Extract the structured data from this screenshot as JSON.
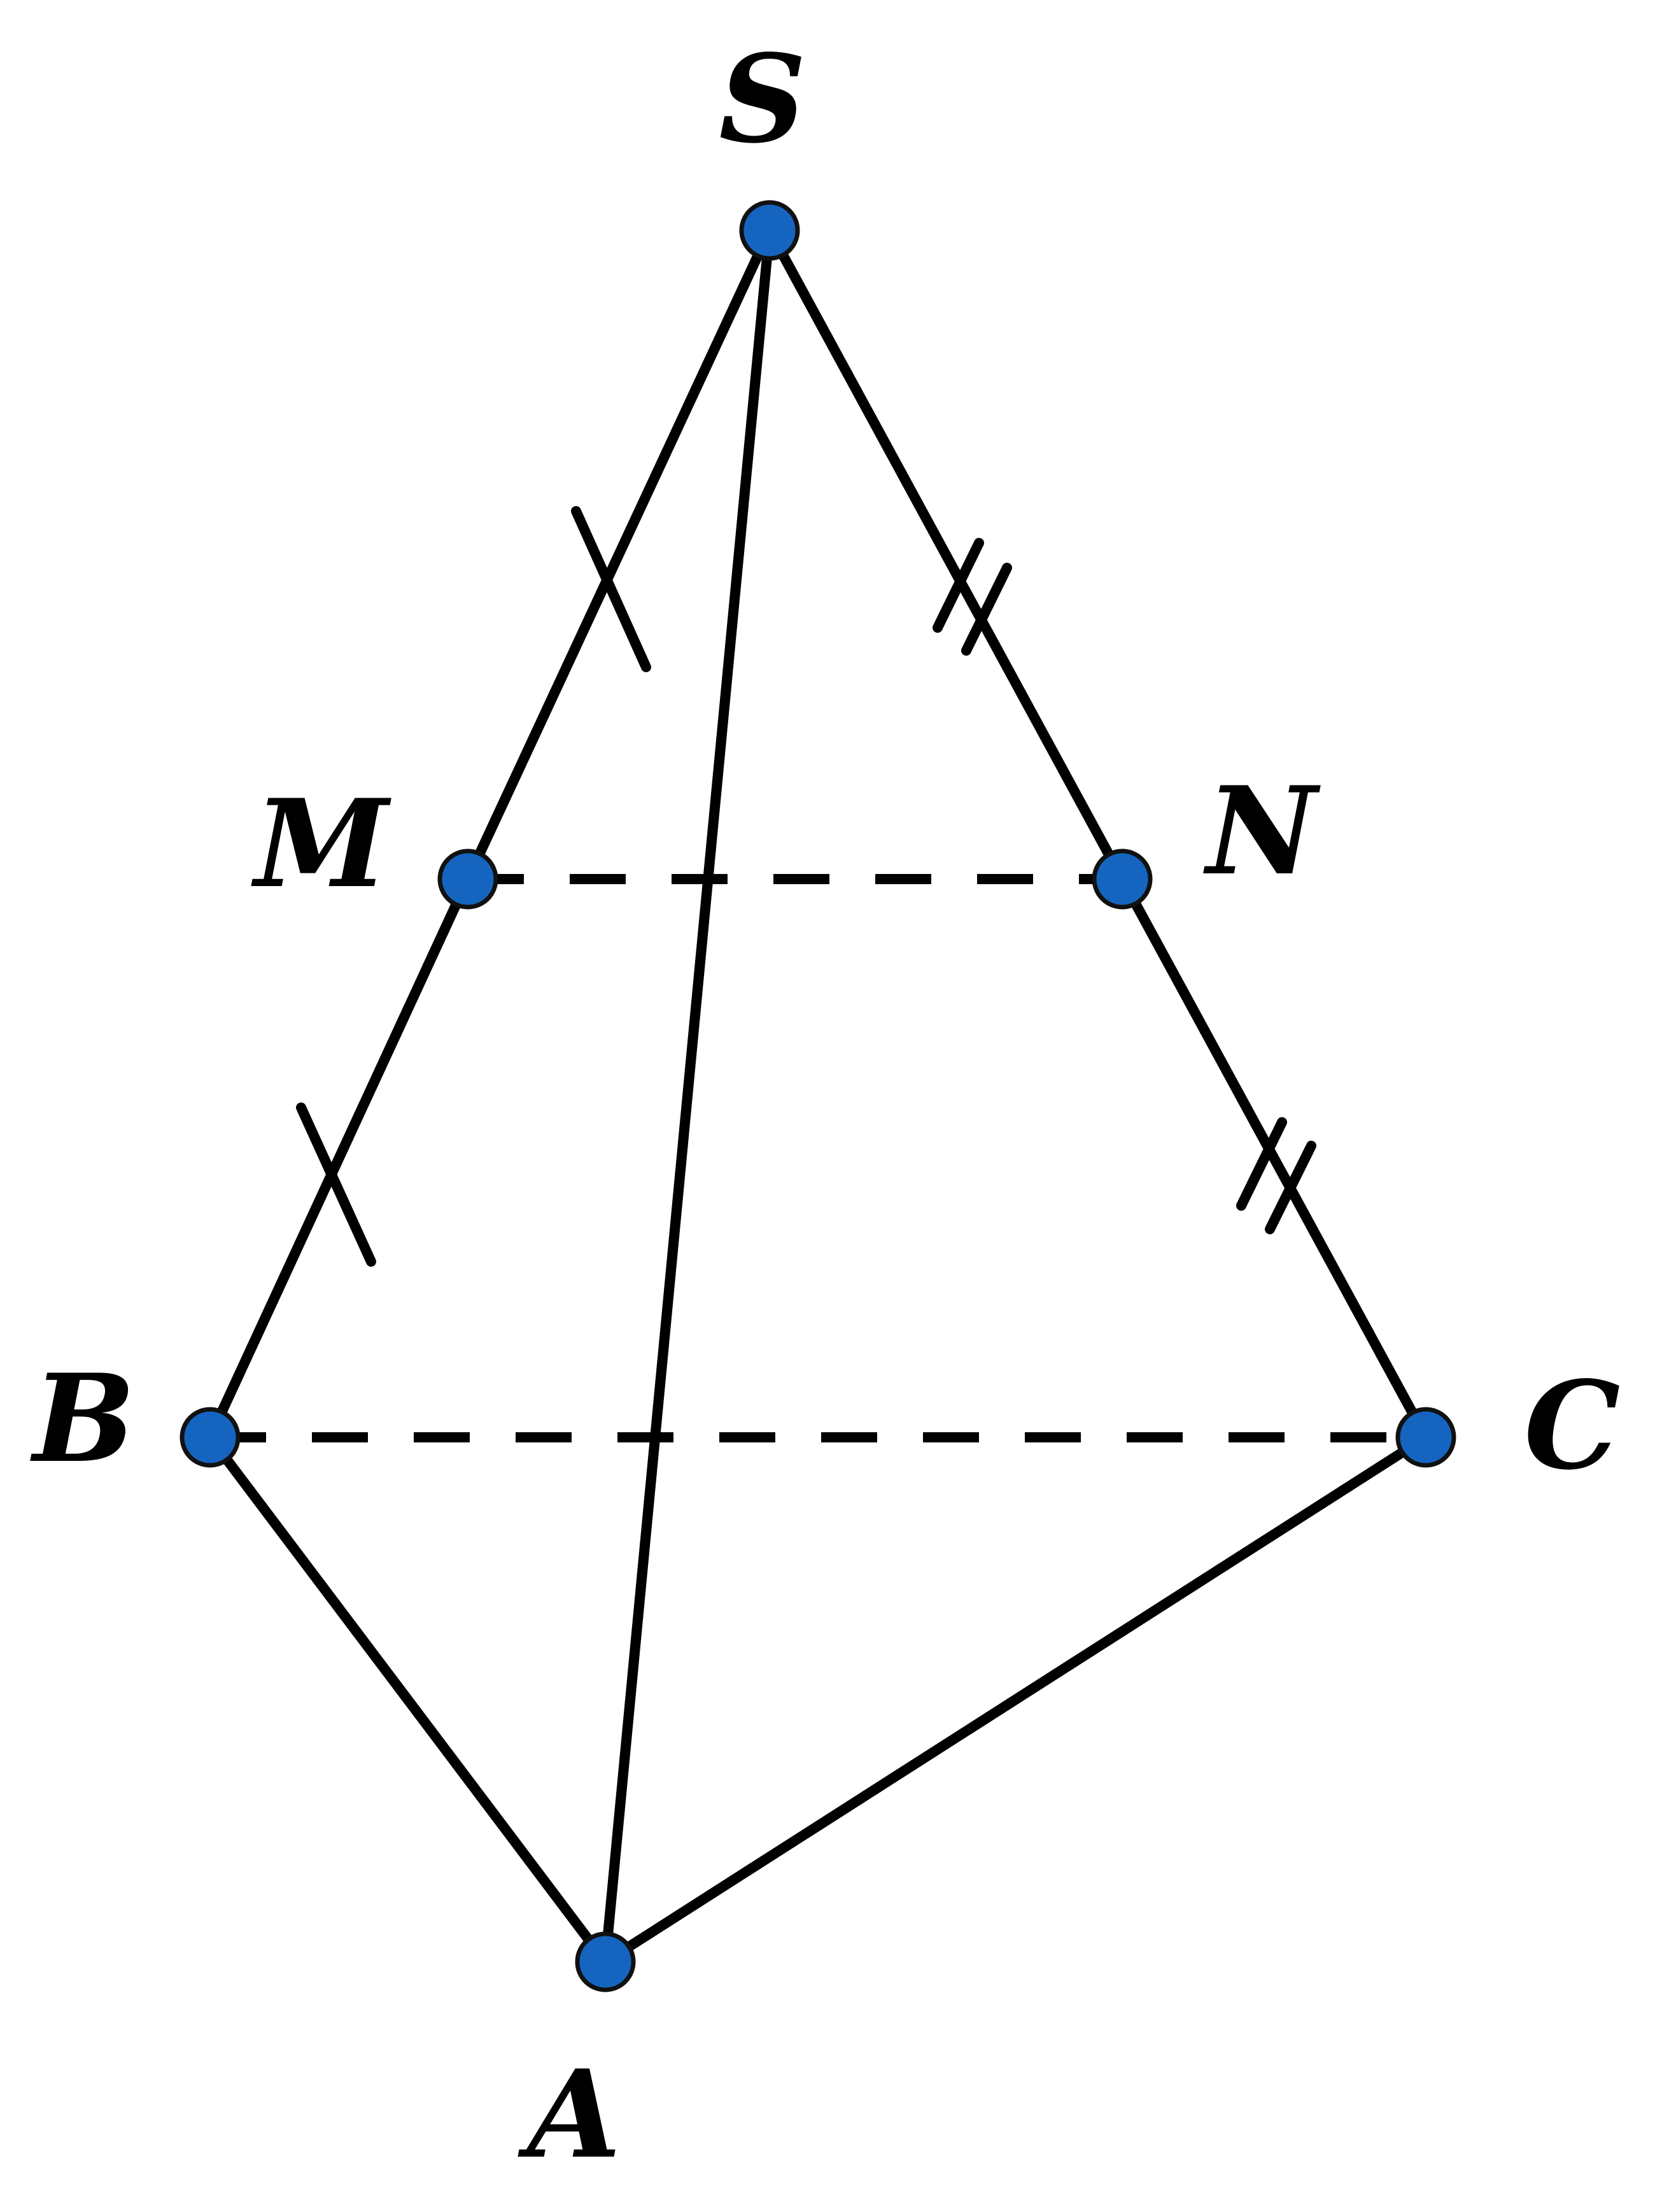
{
  "diagram": {
    "type": "pyramid-with-midsegment",
    "colors": {
      "vertex_fill": "#1565c0",
      "stroke": "#000000"
    },
    "vertices": {
      "S": "S",
      "M": "M",
      "N": "N",
      "B": "B",
      "C": "C",
      "A": "A"
    },
    "edges": {
      "solid": [
        "SM",
        "MB",
        "SN",
        "NC",
        "SA",
        "BA",
        "CA"
      ],
      "dashed": [
        "MN",
        "BC"
      ]
    },
    "equal_marks": {
      "single_tick": [
        "SM",
        "MB"
      ],
      "double_tick": [
        "SN",
        "NC"
      ]
    }
  }
}
